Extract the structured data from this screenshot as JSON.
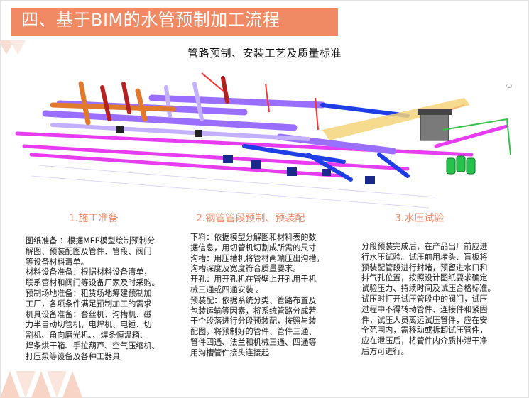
{
  "slide": {
    "title": "四、基于BIM的水管预制加工流程",
    "subtitle": "管路预制、安装工艺及质量标准",
    "colors": {
      "accent": "#ef8a64",
      "heading": "#f08a6a",
      "text": "#1a1a1a"
    }
  },
  "sections": [
    {
      "heading": "1.施工准备",
      "lines": [
        "图纸准备 ：根据MEP模型绘制预制分",
        "解图、预装配图及管件、管段、阀门",
        "等设备材料清单。",
        "材料设备准备：根据材料设备清单，",
        "联系管材和阀门等设备厂家及时采购。",
        "预制场地准备：租赁场地筹建预制加",
        "工厂，各项条件满足预制加工的需求",
        "机具设备准备：套丝机、沟槽机、磁",
        "力半自动切管机、电焊机、电锤、切",
        "割机、角向磨光机、、焊条恒温箱、",
        "焊条烘干箱、手拉葫芦、空气压缩机、",
        "打压泵等设备及各种工器具"
      ]
    },
    {
      "heading": "2.钢管管段预制、预装配",
      "lines": [
        "下料：依据模型分解图和材料表的数",
        "据信息，用切管机切割成所需的尺寸",
        "沟槽：用压槽机将管材两端压出沟槽，",
        "沟槽深度及宽度符合质量要求。",
        "开孔：用开孔机在管壁上开孔用于机",
        "械三通或四通安装 。",
        "预装配：依据系统分类、管路布置及",
        "包装运输等因素，将系统管路分成若",
        "干个段落进行分段预装配，按照与装",
        "配图，将预制好的管件、管件三通、",
        "管件四通、法兰和机械三通、四通等",
        "用沟槽管件接头连接起"
      ]
    },
    {
      "heading": "3.水压试验",
      "lines": [
        "分段预装完成后，在产品出厂前应进",
        "行水压试验。试压前用堵头、盲板将",
        "预装配管段进行封堵，预留进水口和",
        "排气孔位置，按照设计图纸要求确定",
        "试验压力、持续时间及试压合格标准。",
        "试压时打开试压管段中的阀门，试压",
        "过程中不得转动管件、连接件和紧固",
        "件，试压人员离远试压管件，应在安",
        "全范围内，需移动或拆卸试压管件，",
        "应在泄压后，将管件内介质排泄干净",
        "后方可进行。"
      ]
    }
  ],
  "illustration": {
    "icon": "bim-pipe-model-3d"
  }
}
